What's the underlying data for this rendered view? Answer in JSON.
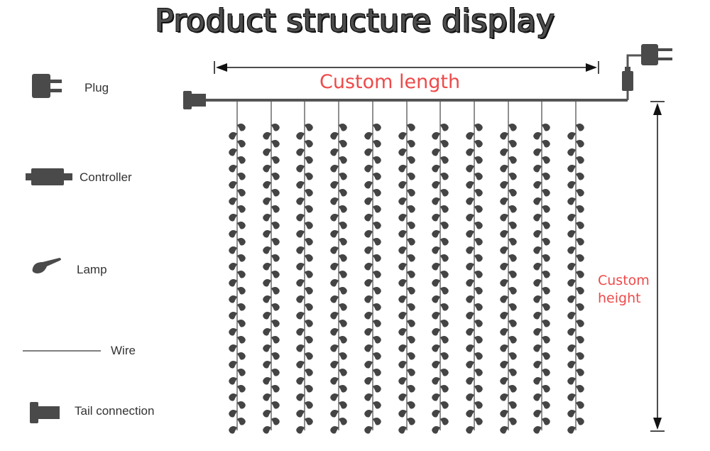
{
  "title": "Product structure display",
  "legend": {
    "plug": "Plug",
    "controller": "Controller",
    "lamp": "Lamp",
    "wire": "Wire",
    "tail": "Tail connection"
  },
  "dimensions": {
    "length": "Custom length",
    "height_line1": "Custom",
    "height_line2": "height"
  },
  "colors": {
    "wire": "#555555",
    "label_red": "#ee4a4a"
  }
}
